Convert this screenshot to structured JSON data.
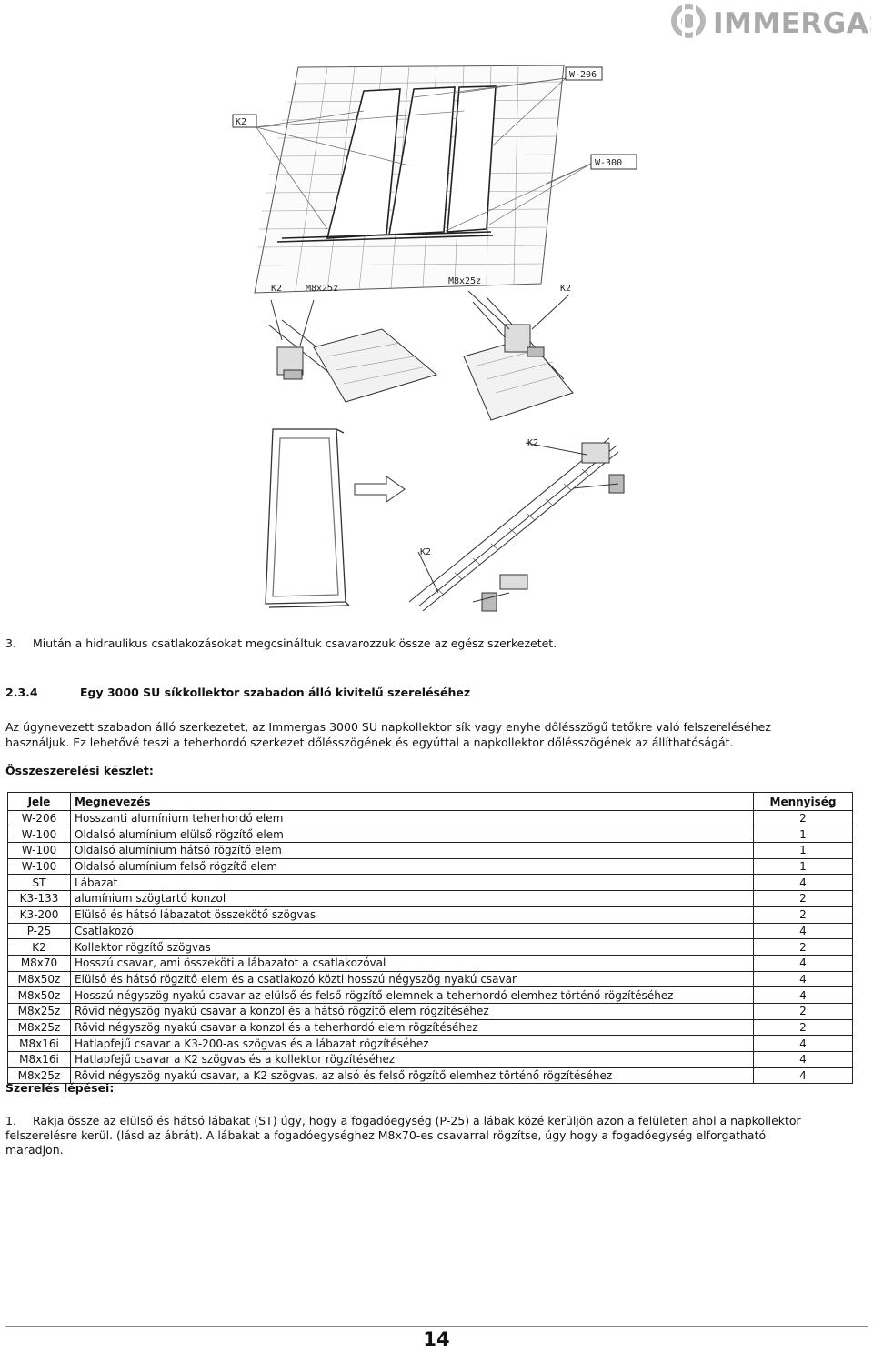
{
  "brand": {
    "name": "IMMERGAS"
  },
  "figure": {
    "labels": {
      "k2_roof": "K2",
      "w206": "W-206",
      "w300": "W-300",
      "k2_left": "K2",
      "m8x25z_left": "M8x25z",
      "m8x25z_right": "M8x25z",
      "k2_right": "K2",
      "k2_mid": "K2",
      "k2_low": "K2"
    }
  },
  "step3": {
    "number": "3.",
    "text": "Miután a hidraulikus csatlakozásokat megcsináltuk csavarozzuk össze az egész szerkezetet."
  },
  "section": {
    "number": "2.3.4",
    "title": "Egy 3000 SU síkkollektor szabadon álló kivitelű szereléséhez"
  },
  "intro": {
    "line1": "Az úgynevezett szabadon álló szerkezetet, az Immergas 3000 SU napkollektor sík vagy enyhe dőlésszögű tetőkre való felszereléséhez",
    "line2": "használjuk. Ez lehetővé teszi a teherhordó szerkezet dőlésszögének és egyúttal a napkollektor dőlésszögének az állíthatóságát."
  },
  "kit": {
    "heading": "Összeszerelési készlet:",
    "columns": {
      "code": "Jele",
      "name": "Megnevezés",
      "qty": "Mennyiség"
    },
    "rows": [
      {
        "code": "W-206",
        "name": "Hosszanti alumínium teherhordó elem",
        "qty": "2"
      },
      {
        "code": "W-100",
        "name": "Oldalsó alumínium elülső rögzítő elem",
        "qty": "1"
      },
      {
        "code": "W-100",
        "name": "Oldalsó alumínium hátsó rögzítő elem",
        "qty": "1"
      },
      {
        "code": "W-100",
        "name": "Oldalsó alumínium felső rögzítő elem",
        "qty": "1"
      },
      {
        "code": "ST",
        "name": "Lábazat",
        "qty": "4"
      },
      {
        "code": "K3-133",
        "name": "alumínium szögtartó konzol",
        "qty": "2"
      },
      {
        "code": "K3-200",
        "name": "Elülső és hátsó lábazatot összekötő szögvas",
        "qty": "2"
      },
      {
        "code": "P-25",
        "name": "Csatlakozó",
        "qty": "4"
      },
      {
        "code": "K2",
        "name": "Kollektor rögzítő szögvas",
        "qty": "2"
      },
      {
        "code": "M8x70",
        "name": "Hosszú csavar, ami összeköti a lábazatot a csatlakozóval",
        "qty": "4"
      },
      {
        "code": "M8x50z",
        "name": "Elülső és hátsó rögzítő elem és a csatlakozó közti hosszú négyszög nyakú csavar",
        "qty": "4"
      },
      {
        "code": "M8x50z",
        "name": "Hosszú négyszög nyakú csavar az elülső és felső rögzítő elemnek a teherhordó elemhez történő rögzítéséhez",
        "qty": "4"
      },
      {
        "code": "M8x25z",
        "name": "Rövid négyszög nyakú csavar a konzol és a hátsó rögzítő elem rögzítéséhez",
        "qty": "2"
      },
      {
        "code": "M8x25z",
        "name": "Rövid négyszög nyakú csavar a konzol és a teherhordó elem rögzítéséhez",
        "qty": "2"
      },
      {
        "code": "M8x16i",
        "name": "Hatlapfejű csavar a K3-200-as szögvas és a lábazat rögzítéséhez",
        "qty": "4"
      },
      {
        "code": "M8x16i",
        "name": "Hatlapfejű csavar a K2 szögvas és a kollektor rögzítéséhez",
        "qty": "4"
      },
      {
        "code": "M8x25z",
        "name": "Rövid négyszög nyakú csavar, a K2 szögvas, az alsó és felső rögzítő elemhez történő rögzítéséhez",
        "qty": "4"
      }
    ]
  },
  "steps": {
    "heading": "Szerelés lépései:",
    "step1": {
      "number": "1.",
      "line1": "Rakja össze az elülső és hátsó lábakat (ST)  úgy, hogy a fogadóegység (P-25) a lábak közé kerüljön azon a felületen ahol a napkollektor",
      "line2": "felszerelésre kerül. (lásd az ábrát). A lábakat a fogadóegységhez M8x70-es csavarral rögzítse, úgy hogy a fogadóegység elforgatható",
      "line3": "maradjon."
    }
  },
  "page": {
    "number": "14"
  }
}
